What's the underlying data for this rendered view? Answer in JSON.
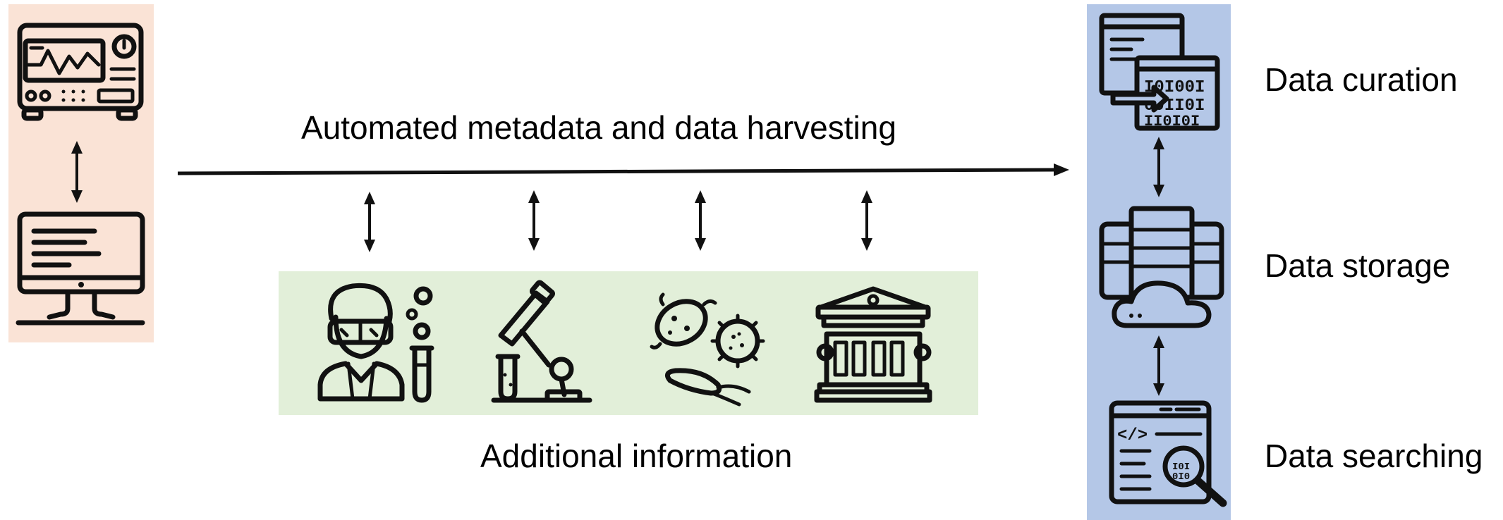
{
  "diagram": {
    "main_flow_label": "Automated metadata and data harvesting",
    "additional_label": "Additional information",
    "stages": [
      {
        "label": "Data curation"
      },
      {
        "label": "Data storage"
      },
      {
        "label": "Data searching"
      }
    ]
  },
  "icons": {
    "instrument": "oscilloscope-icon",
    "computer": "monitor-icon",
    "info": [
      "scientist-icon",
      "microscope-icon",
      "microbes-icon",
      "institution-icon"
    ],
    "stages": [
      "data-curation-icon",
      "data-storage-icon",
      "data-search-icon"
    ]
  },
  "colors": {
    "instrument_panel": "#fae3d6",
    "info_panel": "#e2efd9",
    "data_panel": "#b4c7e7"
  }
}
